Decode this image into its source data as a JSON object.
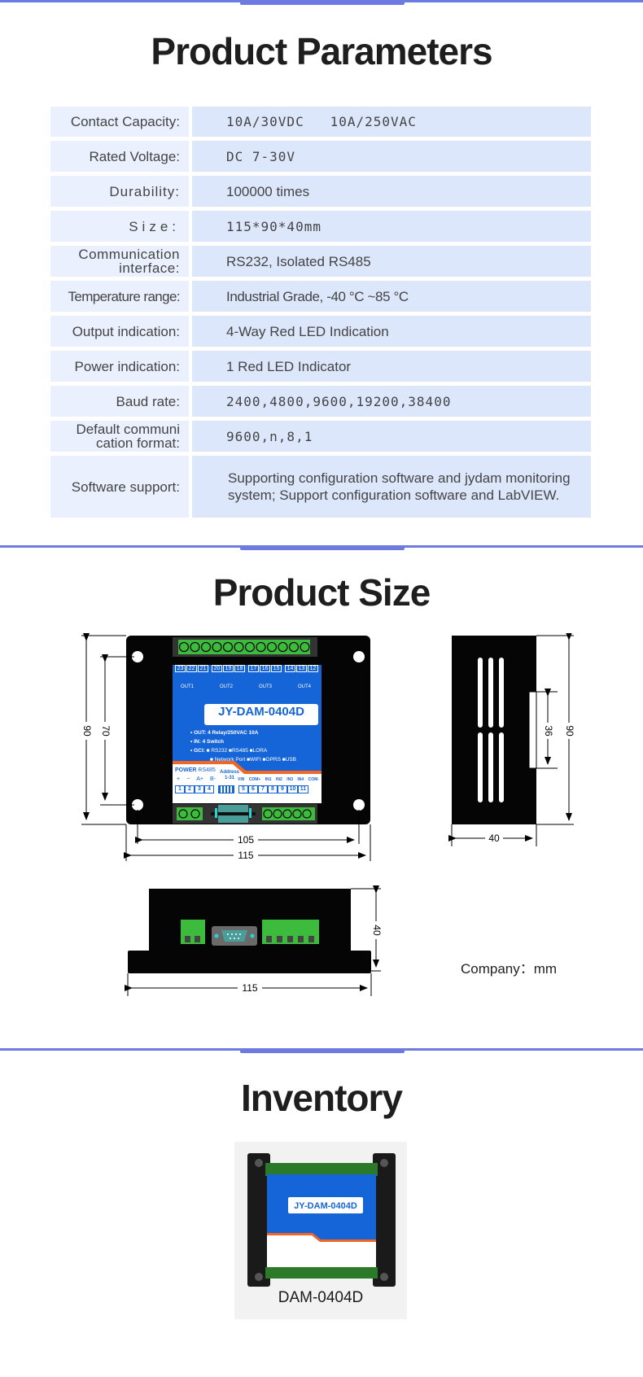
{
  "sections": {
    "parameters": {
      "title": "Product Parameters"
    },
    "size": {
      "title": "Product Size"
    },
    "inventory": {
      "title": "Inventory"
    }
  },
  "parameters": [
    {
      "label": "Contact Capacity:",
      "value": "10A/30VDC   10A/250VAC"
    },
    {
      "label": "Rated Voltage:",
      "value": "DC 7-30V"
    },
    {
      "label": "Durability:",
      "value": "100000 times"
    },
    {
      "label": "Size:",
      "value": "115*90*40mm"
    },
    {
      "label": "Communication interface:",
      "value": "RS232, Isolated RS485"
    },
    {
      "label": "Temperature range:",
      "value": "Industrial Grade, -40 °C ~85 °C"
    },
    {
      "label": "Output indication:",
      "value": "4-Way Red LED Indication"
    },
    {
      "label": "Power indication:",
      "value": "1 Red LED Indicator"
    },
    {
      "label": "Baud rate:",
      "value": "2400,4800,9600,19200,38400"
    },
    {
      "label": "Default communi cation format:",
      "value": "9600,n,8,1"
    },
    {
      "label": "Software support:",
      "value": "Supporting configuration software and jydam monitoring system; Support configuration software and LabVIEW."
    }
  ],
  "size_drawing": {
    "front": {
      "height_outer": "90",
      "height_inner": "70",
      "width_inner": "105",
      "width_outer": "115"
    },
    "side": {
      "height": "90",
      "connector": "36",
      "width": "40"
    },
    "bottom": {
      "height": "40",
      "width": "115"
    },
    "unit_note": "Company：mm"
  },
  "device_panel": {
    "model": "JY-DAM-0404D",
    "relay_terminals": [
      "23",
      "22",
      "21",
      "20",
      "19",
      "18",
      "17",
      "16",
      "15",
      "14",
      "13",
      "12"
    ],
    "outputs": [
      "OUT1",
      "OUT2",
      "OUT3",
      "OUT4"
    ],
    "spec_out_key": "• OUT:",
    "spec_out": "4 Relay/250VAC 10A",
    "spec_in_key": "•  IN:",
    "spec_in": "4 Switch",
    "spec_gci_key": "• GCI:",
    "spec_gci_1": "■ RS232 ■RS485 ■LORA",
    "spec_gci_2": "■ Network Port ■WIFI ■GPRS ■USB",
    "power_label": "POWER",
    "rs485_label": "RS485",
    "address_label": "Address",
    "address_range": "1-31",
    "bottom_signs": [
      "+",
      "−",
      "A+",
      "B-"
    ],
    "io_labels": [
      "VIN",
      "COM+",
      "IN1",
      "IN2",
      "IN3",
      "IN4",
      "COM-"
    ],
    "bottom_terminals": [
      "1",
      "2",
      "3",
      "4",
      "5",
      "6",
      "7",
      "8",
      "9",
      "10",
      "11"
    ]
  },
  "inventory": {
    "items": [
      {
        "label": "DAM-0404D"
      }
    ]
  },
  "colors": {
    "accent": "#6b7be0",
    "label_bg": "#eaf0fd",
    "value_bg": "#dde7fb",
    "panel_blue": "#1565d8",
    "panel_orange": "#f26522",
    "terminal_green": "#3dbb3d"
  }
}
